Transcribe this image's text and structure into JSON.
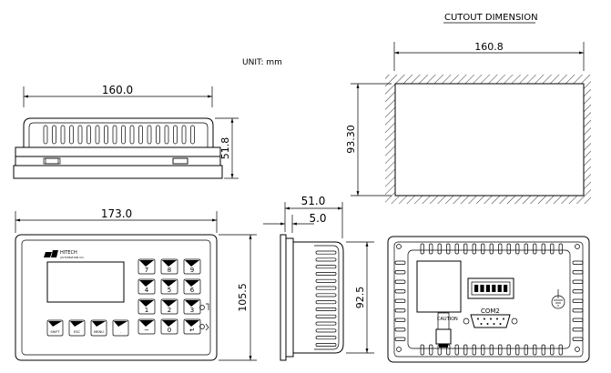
{
  "cutout": {
    "title": "CUTOUT  DIMENSION",
    "width_label": "160.8",
    "height_label": "93.30"
  },
  "unit_label": "UNIT: mm",
  "top_view": {
    "width_label": "160.0",
    "height_label": "51.8"
  },
  "front_view": {
    "width_label": "173.0",
    "height_label": "105.5",
    "brand": "HITECH",
    "brand_sub": "AUTOMATION CO.",
    "keys": [
      {
        "label": "7"
      },
      {
        "label": "8"
      },
      {
        "label": "9"
      },
      {
        "label": "4"
      },
      {
        "label": "5"
      },
      {
        "label": "6"
      },
      {
        "label": "1"
      },
      {
        "label": "2"
      },
      {
        "label": "3"
      },
      {
        "label": "−"
      },
      {
        "label": "0"
      },
      {
        "label": "↵"
      }
    ],
    "fn_keys": [
      {
        "label": "SHIFT"
      },
      {
        "label": "ESC"
      },
      {
        "label": "MENU"
      },
      {
        "label": "."
      }
    ]
  },
  "side_view": {
    "depth_label": "51.0",
    "bezel_label": "5.0",
    "height_label": "92.5"
  },
  "rear_view": {
    "port_label": "COM2",
    "terminal_label": "CAUTION"
  }
}
